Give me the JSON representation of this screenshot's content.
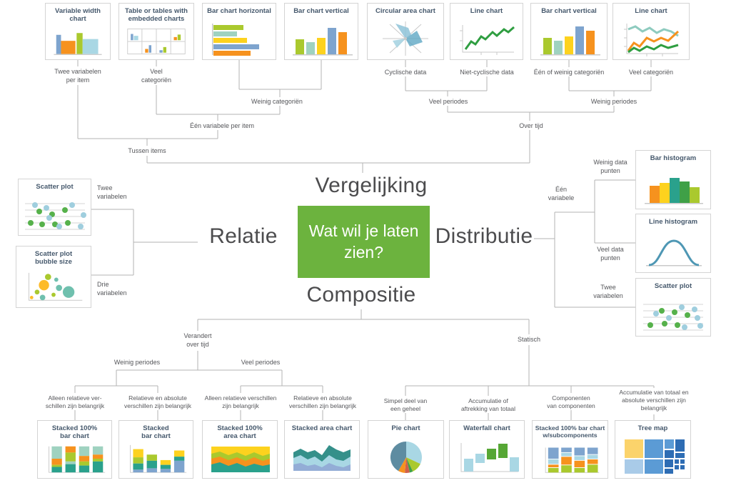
{
  "question": "Wat wil je laten\nzien?",
  "headings": {
    "comparison": "Vergelijking",
    "relation": "Relatie",
    "distribution": "Distributie",
    "composition": "Compositie"
  },
  "colors": {
    "question_box_green": "#6cb33e",
    "heading_text": "#4c4c4e",
    "box_title_text": "#45586c",
    "label_text": "#55565a",
    "connector_line": "#b3b3b3",
    "palette": {
      "blue": "#7ea4ce",
      "light_blue": "#a9d7e4",
      "pale_teal": "#9fd2c0",
      "lime": "#aac92e",
      "yellow": "#fdd21e",
      "orange": "#f6921e",
      "teal": "#2aa18c",
      "dark_teal": "#35908a",
      "green": "#3fa047",
      "line_green": "#2f9e41",
      "histogram_blue": "#4e97b4",
      "pie_slate": "#5e8ca1",
      "pie_red": "#d0604a",
      "waterfall_green": "#56a735",
      "tree_yellow": "#fbd36b",
      "tree_pale_blue": "#a9cbe8",
      "tree_mid_blue": "#5b9bd5",
      "tree_dark_blue": "#2e6db4"
    }
  },
  "top_row": {
    "boxes": [
      {
        "title": "Variable width\nchart"
      },
      {
        "title": "Table or tables with\nembedded charts"
      },
      {
        "title": "Bar chart horizontal"
      },
      {
        "title": "Bar chart vertical"
      },
      {
        "title": "Circular area chart"
      },
      {
        "title": "Line chart"
      },
      {
        "title": "Bar chart vertical"
      },
      {
        "title": "Line chart"
      }
    ],
    "labels": {
      "twee_variabelen_per_item": "Twee variabelen\nper item",
      "veel_categorien": "Veel\ncategoriën",
      "weinig_categorien": "Weinig categoriën",
      "een_variabele_per_item": "Één variabele per item",
      "tussen_items": "Tussen items",
      "cyclische_data": "Cyclische data",
      "niet_cyclische_data": "Niet-cyclische data",
      "een_of_weinig_categorien": "Één of weinig categoriën",
      "veel_categorien_2": "Veel categoriën",
      "veel_periodes": "Veel periodes",
      "weinig_periodes": "Weinig periodes",
      "over_tijd": "Over tijd"
    }
  },
  "relation_branch": {
    "boxes": [
      {
        "title": "Scatter plot"
      },
      {
        "title": "Scatter plot\nbubble size"
      }
    ],
    "labels": {
      "twee_variabelen": "Twee\nvariabelen",
      "drie_variabelen": "Drie\nvariabelen"
    }
  },
  "distribution_branch": {
    "boxes": [
      {
        "title": "Bar histogram"
      },
      {
        "title": "Line histogram"
      },
      {
        "title": "Scatter plot"
      }
    ],
    "labels": {
      "een_variabele": "Één\nvariabele",
      "weinig_data_punten": "Weinig data\npunten",
      "veel_data_punten": "Veel data\npunten",
      "twee_variabelen": "Twee\nvariabelen"
    }
  },
  "composition_branch": {
    "labels": {
      "verandert_over_tijd": "Verandert\nover tijd",
      "statisch": "Statisch",
      "weinig_periodes": "Weinig periodes",
      "veel_periodes": "Veel periodes",
      "leaf_1": "Alleen relatieve ver-\nschillen zijn belangrijk",
      "leaf_2": "Relatieve en absolute\nverschillen zijn belangrijk",
      "leaf_3": "Alleen relatieve verschillen\nzijn belangrijk",
      "leaf_4": "Relatieve en absolute\nverschillen zijn belangrijk",
      "leaf_5": "Simpel deel van\neen geheel",
      "leaf_6": "Accumulatie of\naftrekking van totaal",
      "leaf_7": "Componenten\nvan componenten",
      "leaf_8": "Accumulatie van totaal en\nabsolute verschillen zijn\nbelangrijk"
    },
    "boxes": [
      {
        "title": "Stacked 100%\nbar chart"
      },
      {
        "title": "Stacked\nbar chart"
      },
      {
        "title": "Stacked 100%\narea chart"
      },
      {
        "title": "Stacked area chart"
      },
      {
        "title": "Pie chart"
      },
      {
        "title": "Waterfall chart"
      },
      {
        "title": "Stacked 100% bar chart\nw/subcomponents"
      },
      {
        "title": "Tree map"
      }
    ]
  }
}
